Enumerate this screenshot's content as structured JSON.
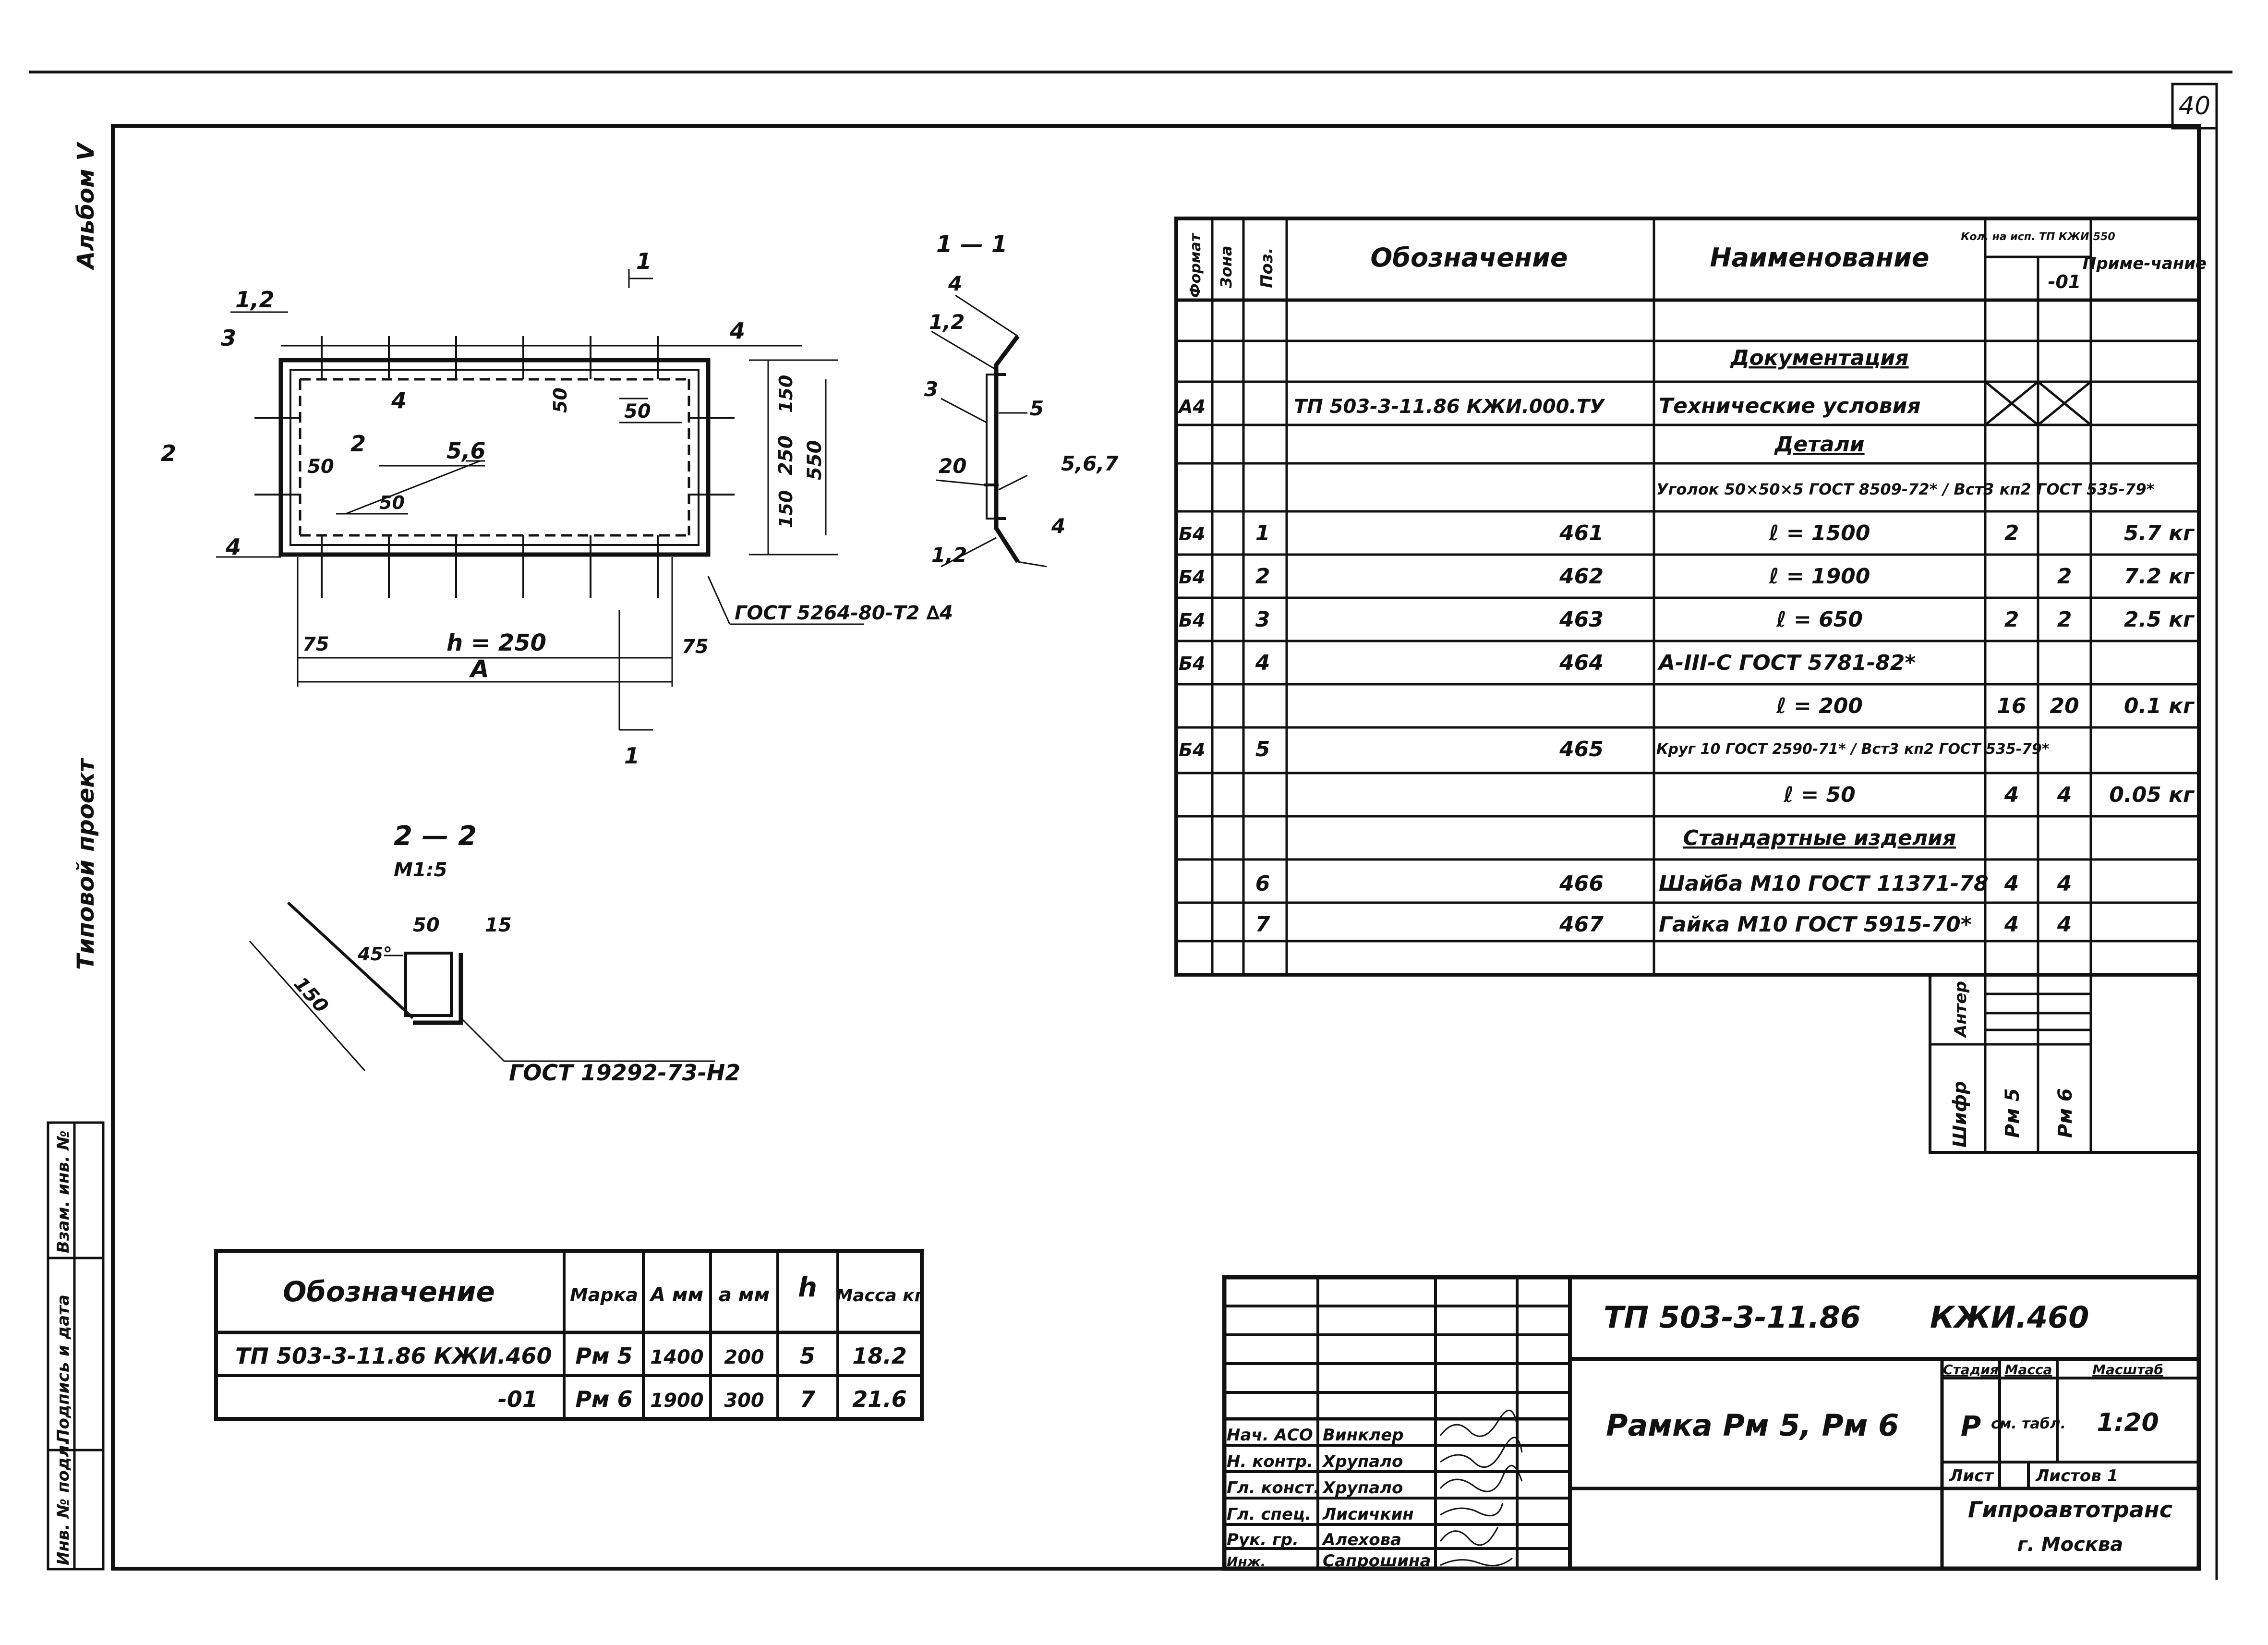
{
  "page": {
    "sheet_number": "40",
    "album": "Альбом V",
    "project_type": "Типовой проект"
  },
  "drawing": {
    "main_view": {
      "labels": {
        "l12": "1,2",
        "l3": "3",
        "l4a": "4",
        "l4b": "4",
        "l4c": "4",
        "l50a": "50",
        "l50b": "50",
        "l50c": "50",
        "l50d": "50",
        "l56": "5,6",
        "l2a": "2",
        "l2b": "2",
        "l1a": "1",
        "l1b": "1",
        "d150": "150",
        "d250": "250",
        "d550": "550",
        "d150b": "150",
        "d75a": "75",
        "d75b": "75",
        "h250": "h = 250",
        "A": "A",
        "weld": "ГОСТ 5264-80-Т2 ∆4"
      }
    },
    "section_1_1": {
      "title": "1 — 1",
      "l4a": "4",
      "l12a": "1,2",
      "l3": "3",
      "l5": "5",
      "l20": "20",
      "l567": "5,6,7",
      "l12b": "1,2",
      "l4b": "4"
    },
    "section_2_2": {
      "title": "2 — 2",
      "scale": "М1:5",
      "l45": "45°",
      "l50": "50",
      "l15": "15",
      "l150": "150",
      "gost": "ГОСТ 19292-73-Н2"
    }
  },
  "spec_table": {
    "headers": {
      "format": "Формат",
      "zone": "Зона",
      "pos": "Поз.",
      "designation": "Обозначение",
      "name": "Наименование",
      "qty": "Кол. на исп. ТП КЖИ.550",
      "qty_01": "-01",
      "note": "Приме-чание"
    },
    "rows": [
      {
        "format": "",
        "zone": "",
        "pos": "",
        "designation": "",
        "name": "Документация",
        "q1": "",
        "q2": "",
        "note": ""
      },
      {
        "format": "А4",
        "zone": "",
        "pos": "",
        "designation": "ТП 503-3-11.86 КЖИ.000.ТУ",
        "name": "Технические условия",
        "q1": "",
        "q2": "",
        "note": ""
      },
      {
        "format": "",
        "zone": "",
        "pos": "",
        "designation": "",
        "name": "Детали",
        "q1": "",
        "q2": "",
        "note": ""
      },
      {
        "format": "",
        "zone": "",
        "pos": "",
        "designation": "",
        "name": "Уголок 50×50×5 ГОСТ 8509-72* / Вст3 кп2 ГОСТ 535-79*",
        "q1": "",
        "q2": "",
        "note": ""
      },
      {
        "format": "Б4",
        "zone": "",
        "pos": "1",
        "designation": "461",
        "name": "ℓ = 1500",
        "q1": "2",
        "q2": "",
        "note": "5.7 кг"
      },
      {
        "format": "Б4",
        "zone": "",
        "pos": "2",
        "designation": "462",
        "name": "ℓ = 1900",
        "q1": "",
        "q2": "2",
        "note": "7.2 кг"
      },
      {
        "format": "Б4",
        "zone": "",
        "pos": "3",
        "designation": "463",
        "name": "ℓ = 650",
        "q1": "2",
        "q2": "2",
        "note": "2.5 кг"
      },
      {
        "format": "Б4",
        "zone": "",
        "pos": "4",
        "designation": "464",
        "name": "А-III-С ГОСТ 5781-82*",
        "q1": "",
        "q2": "",
        "note": ""
      },
      {
        "format": "",
        "zone": "",
        "pos": "",
        "designation": "",
        "name": "ℓ = 200",
        "q1": "16",
        "q2": "20",
        "note": "0.1 кг"
      },
      {
        "format": "Б4",
        "zone": "",
        "pos": "5",
        "designation": "465",
        "name": "Круг 10 ГОСТ 2590-71* / Вст3 кп2 ГОСТ 535-79*",
        "q1": "",
        "q2": "",
        "note": ""
      },
      {
        "format": "",
        "zone": "",
        "pos": "",
        "designation": "",
        "name": "ℓ = 50",
        "q1": "4",
        "q2": "4",
        "note": "0.05 кг"
      },
      {
        "format": "",
        "zone": "",
        "pos": "",
        "designation": "",
        "name": "Стандартные изделия",
        "q1": "",
        "q2": "",
        "note": ""
      },
      {
        "format": "",
        "zone": "",
        "pos": "6",
        "designation": "466",
        "name": "Шайба М10 ГОСТ 11371-78",
        "q1": "4",
        "q2": "4",
        "note": ""
      },
      {
        "format": "",
        "zone": "",
        "pos": "7",
        "designation": "467",
        "name": "Гайка М10 ГОСТ 5915-70*",
        "q1": "4",
        "q2": "4",
        "note": ""
      }
    ],
    "footer": {
      "shifr": "Шифр",
      "pm5": "Рм 5",
      "pm6": "Рм 6",
      "anter": "Антер"
    }
  },
  "variants_table": {
    "headers": {
      "designation": "Обозначение",
      "mark": "Марка",
      "A": "А мм",
      "a": "а мм",
      "h": "h",
      "mass": "Масса кг"
    },
    "rows": [
      {
        "designation": "ТП 503-3-11.86 КЖИ.460",
        "mark": "Рм 5",
        "A": "1400",
        "a": "200",
        "h": "5",
        "mass": "18.2"
      },
      {
        "designation": "-01",
        "mark": "Рм 6",
        "A": "1900",
        "a": "300",
        "h": "7",
        "mass": "21.6"
      }
    ]
  },
  "left_stamp": {
    "inv": "Инв. № подл.",
    "sign_date": "Подпись и дата",
    "vzam": "Взам. инв. №"
  },
  "title_block": {
    "code": "ТП 503-3-11.86",
    "doc": "КЖИ.460",
    "title": "Рамка Рм 5, Рм 6",
    "stage_h": "Стадия",
    "mass_h": "Масса",
    "scale_h": "Масштаб",
    "stage": "Р",
    "mass": "см. табл.",
    "scale": "1:20",
    "sheet": "Лист",
    "sheets": "Листов 1",
    "org": "Гипроавтотранс",
    "city": "г. Москва",
    "people": [
      {
        "role": "Нач. АСО",
        "name": "Винклер"
      },
      {
        "role": "Н. контр.",
        "name": "Хрупало"
      },
      {
        "role": "Гл. конст.",
        "name": "Хрупало"
      },
      {
        "role": "Гл. спец.",
        "name": "Лисичкин"
      },
      {
        "role": "Рук. гр.",
        "name": "Алехова"
      },
      {
        "role": "Инж.",
        "name": "Сапрошина"
      }
    ]
  }
}
